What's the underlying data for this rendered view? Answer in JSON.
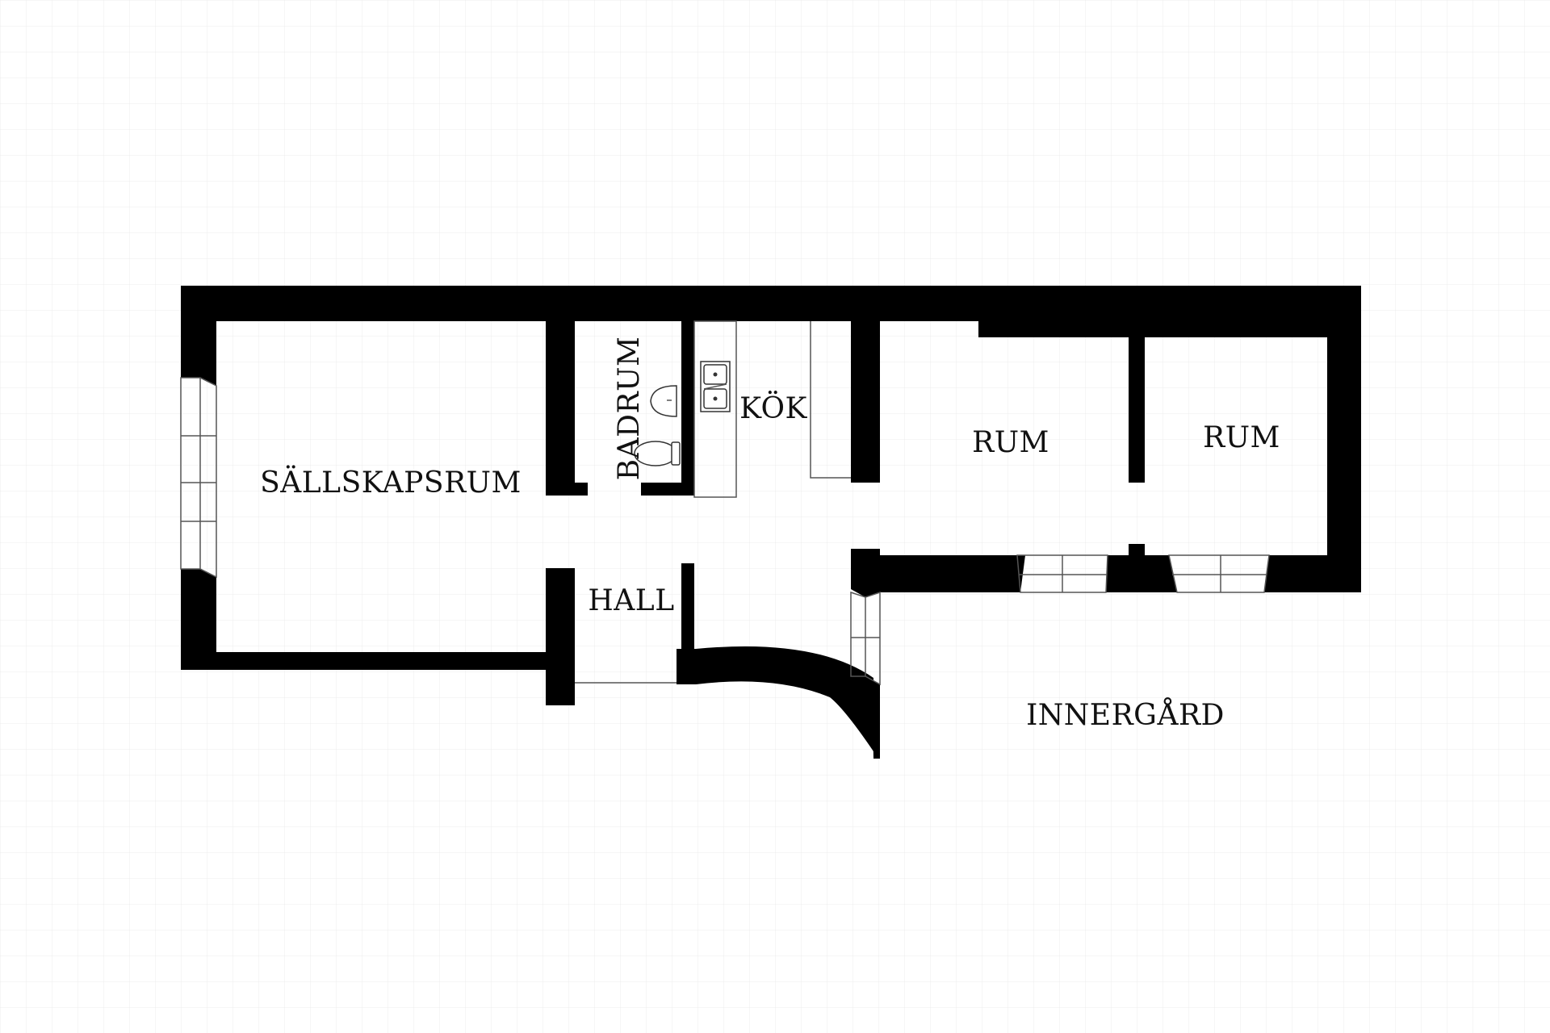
{
  "rooms": {
    "sallskapsrum": "SÄLLSKAPSRUM",
    "badrum": "BADRUM",
    "kok": "KÖK",
    "rum1": "RUM",
    "rum2": "RUM",
    "hall": "HALL",
    "innergard": "INNERGÅRD"
  },
  "colors": {
    "wall": "#000000",
    "grid": "#ececec",
    "background": "#ffffff"
  }
}
